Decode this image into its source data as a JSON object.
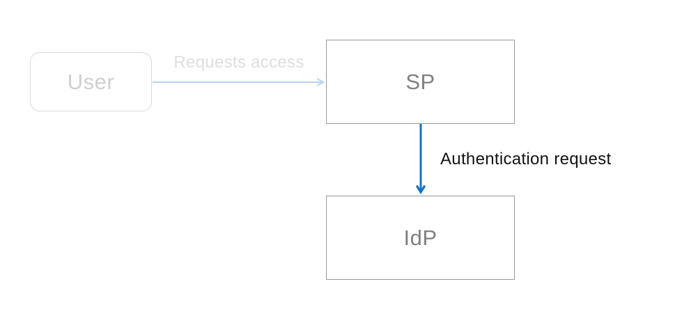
{
  "diagram": {
    "type": "flow-diagram",
    "background": "#ffffff",
    "nodes": [
      {
        "id": "user",
        "label": "User",
        "shape": "rounded-rect",
        "state": "faded",
        "border_color": "#d9d9d9",
        "text_color": "#cfcfcf"
      },
      {
        "id": "sp",
        "label": "SP",
        "shape": "rect",
        "state": "normal",
        "border_color": "#9a9a9a",
        "text_color": "#808080"
      },
      {
        "id": "idp",
        "label": "IdP",
        "shape": "rect",
        "state": "normal",
        "border_color": "#9a9a9a",
        "text_color": "#808080"
      }
    ],
    "edges": [
      {
        "from": "user",
        "to": "sp",
        "label": "Requests access",
        "direction": "right",
        "state": "faded",
        "line_color": "#bdd8f1",
        "label_color": "#dedede"
      },
      {
        "from": "sp",
        "to": "idp",
        "label": "Authentication request",
        "direction": "down",
        "state": "active",
        "line_color": "#1673c4",
        "label_color": "#121212"
      }
    ]
  }
}
